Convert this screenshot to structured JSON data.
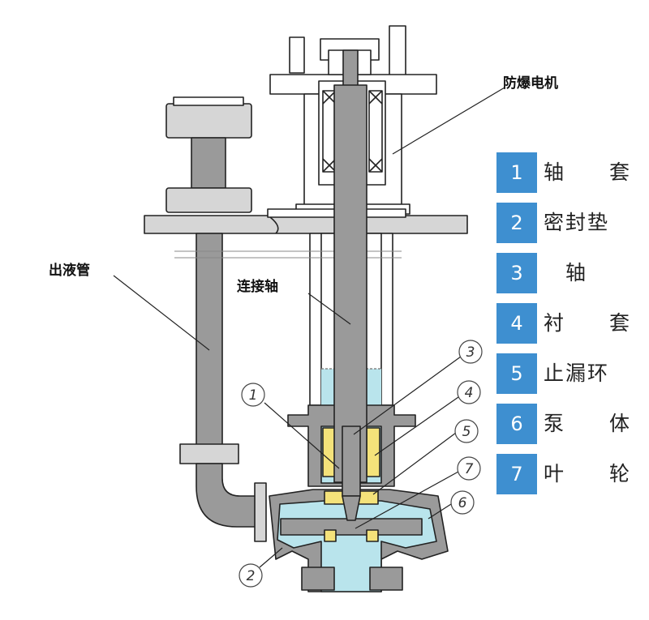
{
  "callouts": {
    "motor": "防爆电机",
    "outlet": "出液管",
    "shaft": "连接轴"
  },
  "part_numbers": [
    "1",
    "2",
    "3",
    "4",
    "5",
    "6",
    "7"
  ],
  "legend": [
    {
      "num": "1",
      "text": "轴　　套"
    },
    {
      "num": "2",
      "text": "密封垫"
    },
    {
      "num": "3",
      "text": "　轴"
    },
    {
      "num": "4",
      "text": "衬　　套"
    },
    {
      "num": "5",
      "text": "止漏环"
    },
    {
      "num": "6",
      "text": "泵　　体"
    },
    {
      "num": "7",
      "text": "叶　　轮"
    }
  ],
  "colors": {
    "legend_box": "#3e8fd0",
    "metal": "#9a9a9a",
    "light_metal": "#d6d6d6",
    "liquid": "#b9e4ec",
    "bushing": "#f4e27a"
  }
}
